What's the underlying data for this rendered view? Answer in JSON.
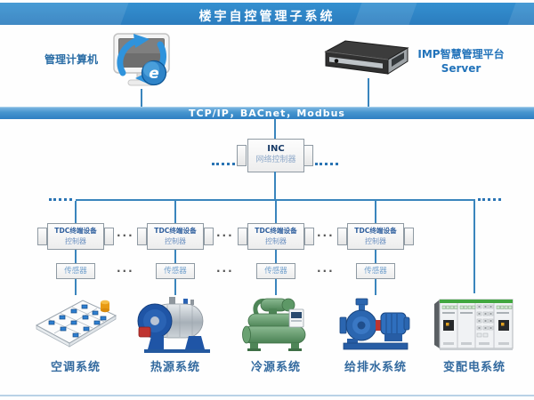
{
  "header": {
    "title": "楼宇自控管理子系统"
  },
  "nodes": {
    "computer_label": "管理计算机",
    "server_label_line1": "IMP智慧管理平台",
    "server_label_line2": "Server",
    "network_bar_label": "TCP/IP，BACnet，Modbus",
    "inc_title": "INC",
    "inc_subtitle": "网络控制器",
    "tdc_line1": "TDC终端设备",
    "tdc_line2": "控制器",
    "sensor_label": "传感器",
    "ellipsis": "···",
    "browser_e": "e"
  },
  "systems": [
    {
      "label": "空调系统",
      "icon": "hvac-floorplan-icon"
    },
    {
      "label": "热源系统",
      "icon": "boiler-icon"
    },
    {
      "label": "冷源系统",
      "icon": "chiller-icon"
    },
    {
      "label": "给排水系统",
      "icon": "water-pump-icon"
    },
    {
      "label": "变配电系统",
      "icon": "switchgear-icon"
    }
  ],
  "colors": {
    "header_blue": "#2e82c4",
    "protocol_bar_blue": "#4796cf",
    "connector_blue": "#3a85bd",
    "label_blue": "#336a9f",
    "server_text_blue": "#2273ba",
    "title_text": "#ffffff"
  }
}
